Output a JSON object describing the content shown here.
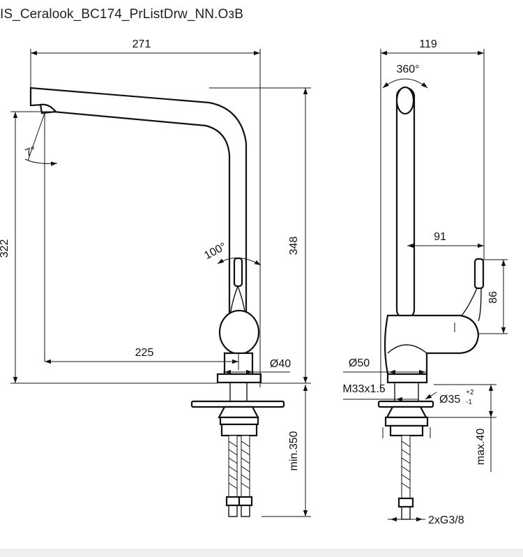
{
  "caption": {
    "title": "IS_Ceralook_BC174_PrListDrw_NN.",
    "suffix": "ОзВ"
  },
  "front_view": {
    "dim_overall_width": "271",
    "dim_spout_angle": "7°",
    "dim_height_left": "322",
    "dim_height_right": "348",
    "dim_lever_angle": "100°",
    "dim_reach": "225",
    "dim_base_diameter": "Ø40",
    "dim_min_hose": "min.350"
  },
  "side_view": {
    "dim_overall_width": "119",
    "dim_rotation": "360°",
    "dim_lever_reach": "91",
    "dim_lever_height": "86",
    "dim_body_diameter": "Ø50",
    "dim_thread": "M33x1.5",
    "dim_hole": "Ø35",
    "dim_hole_tol_upper": "+2",
    "dim_hole_tol_lower": "-1",
    "dim_max_deck": "max.40",
    "dim_connection": "2xG3/8"
  }
}
